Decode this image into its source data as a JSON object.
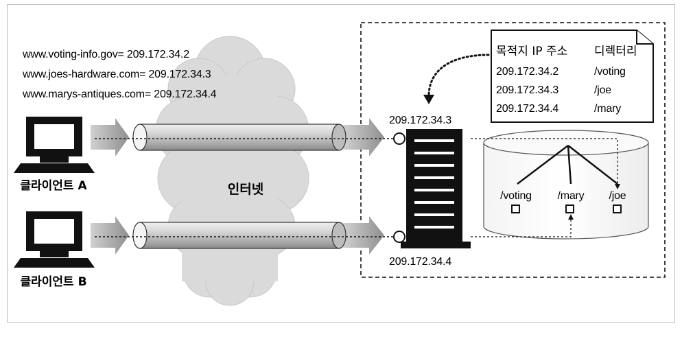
{
  "dns_entries": [
    "www.voting-info.gov= 209.172.34.2",
    "www.joes-hardware.com= 209.172.34.3",
    "www.marys-antiques.com= 209.172.34.4"
  ],
  "clients": [
    {
      "label": "클라이언트 A"
    },
    {
      "label": "클라이언트 B"
    }
  ],
  "internet_label": "인터넷",
  "server": {
    "ip_top": "209.172.34.3",
    "ip_bottom": "209.172.34.4"
  },
  "table": {
    "header_ip": "목적지 IP 주소",
    "header_dir": "디렉터리",
    "rows": [
      {
        "ip": "209.172.34.2",
        "dir": "/voting"
      },
      {
        "ip": "209.172.34.3",
        "dir": "/joe"
      },
      {
        "ip": "209.172.34.4",
        "dir": "/mary"
      }
    ]
  },
  "directories": [
    "/voting",
    "/mary",
    "/joe"
  ],
  "colors": {
    "arrow_fill": "#9a9a9a",
    "cloud_fill": "#dcdcdc",
    "pipe_fill": "#c4c4c4",
    "ink": "#111111"
  }
}
